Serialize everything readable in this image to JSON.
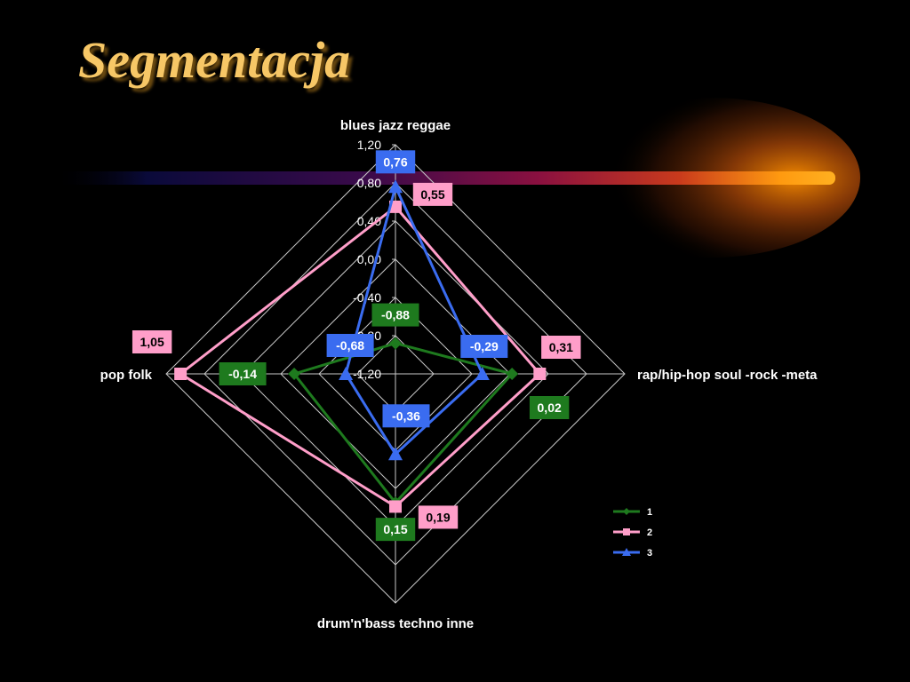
{
  "slide": {
    "title": "Segmentacja"
  },
  "colors": {
    "background": "#000000",
    "title": "#f7c766",
    "grid": "#c8c8c8",
    "series_1": "#1e7a1e",
    "series_2": "#ff9ec9",
    "series_3": "#3a6cf0"
  },
  "chart_data": {
    "type": "radar",
    "categories": [
      "blues jazz reggae",
      "rap/hip-hop soul -rock -meta",
      "drum'n'bass techno inne",
      "pop folk"
    ],
    "rlim": [
      -1.2,
      1.2
    ],
    "ticks": [
      "1,20",
      "0,80",
      "0,40",
      "0,00",
      "-0,40",
      "-0,80",
      "-1,20"
    ],
    "tick_values": [
      1.2,
      0.8,
      0.4,
      0.0,
      -0.4,
      -0.8,
      -1.2
    ],
    "grid": true,
    "legend_position": "bottom-right",
    "series": [
      {
        "name": "1",
        "values": [
          -0.88,
          0.02,
          0.15,
          -0.14
        ],
        "labels": [
          "-0,88",
          "0,02",
          "0,15",
          "-0,14"
        ],
        "marker": "diamond"
      },
      {
        "name": "2",
        "values": [
          0.55,
          0.31,
          0.19,
          1.05
        ],
        "labels": [
          "0,55",
          "0,31",
          "0,19",
          "1,05"
        ],
        "marker": "square"
      },
      {
        "name": "3",
        "values": [
          0.76,
          -0.29,
          -0.36,
          -0.68
        ],
        "labels": [
          "0,76",
          "-0,29",
          "-0,36",
          "-0,68"
        ],
        "marker": "triangle"
      }
    ]
  }
}
